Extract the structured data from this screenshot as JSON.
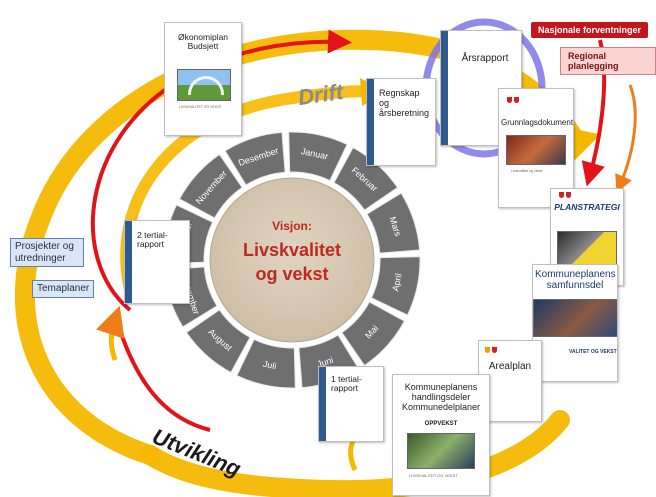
{
  "vision": {
    "prefix": "Visjon:",
    "line1": "Livskvalitet",
    "line2": "og vekst"
  },
  "months": [
    "Januar",
    "Februar",
    "Mars",
    "April",
    "Mai",
    "Juni",
    "Juli",
    "August",
    "September",
    "Oktober",
    "November",
    "Desember"
  ],
  "cycles": {
    "drift": "Drift",
    "utvikling": "Utvikling"
  },
  "documents": {
    "okonomiplan": {
      "title_line1": "Økonomiplan",
      "title_line2": "Budsjett",
      "footer": "LIVSKVALITET OG VEKST"
    },
    "regnskap": {
      "title": "Regnskap og årsberetning"
    },
    "arsrapport": {
      "title": "Årsrapport"
    },
    "grunnlag": {
      "title": "Grunnlagsdokument",
      "footer": "Livskvalitet og vekst"
    },
    "planstrategi": {
      "title": "PLANSTRATEGI"
    },
    "samfunnsdel": {
      "title": "Kommuneplanens samfunnsdel",
      "footer": "VALITET OG VEKST"
    },
    "arealplan": {
      "title": "Arealplan"
    },
    "handlingsdeler": {
      "title": "Kommuneplanens handlingsdeler Kommunedelplaner",
      "subtitle": "OPPVEKST",
      "footer": "LIVSKVALITET OG VEKST"
    },
    "tertial1": {
      "title": "1 tertial-rapport"
    },
    "tertial2": {
      "title": "2 tertial-rapport"
    }
  },
  "labels": {
    "nasjonale": "Nasjonale forventninger",
    "regional": "Regional planlegging",
    "prosjekter": "Prosjekter og utredninger",
    "temaplaner": "Temaplaner"
  },
  "colors": {
    "gold": "#f5b800",
    "red": "#e2141a",
    "orange": "#f07c1a",
    "highlight_ring": "#7d76e8",
    "wheel_segment": "#6f6f6f",
    "wheel_center": "#d7c8b3",
    "vision_text": "#c0281f"
  }
}
